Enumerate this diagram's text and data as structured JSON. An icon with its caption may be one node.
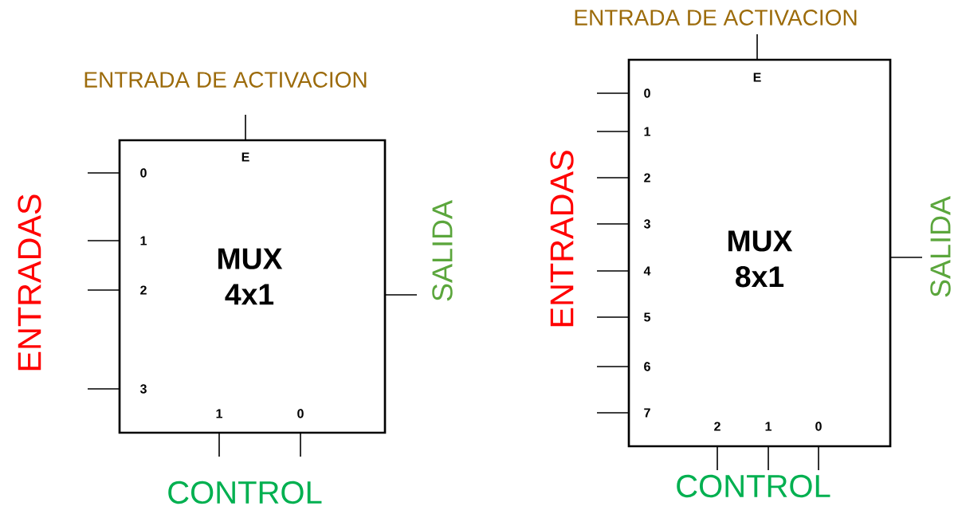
{
  "diagram": {
    "nodes": [
      {
        "text": [
          "E",
          "0",
          "1",
          "2",
          "3",
          "MUX 4x1",
          "1",
          "0"
        ]
      },
      {
        "text": [
          "E",
          "0",
          "1",
          "2",
          "3",
          "4",
          "5",
          "6",
          "7",
          "MUX 8x1",
          "2",
          "1",
          "0"
        ]
      }
    ],
    "labels": [
      "ENTRADA DE ACTIVACION",
      "ENTRADAS",
      "SALIDA",
      "CONTROL",
      "ENTRADA DE ACTIVACION",
      "ENTRADAS",
      "SALIDA",
      "CONTROL"
    ]
  }
}
